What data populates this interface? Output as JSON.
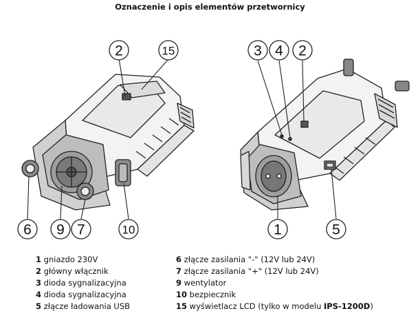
{
  "title": "Oznaczenie i opis elementów przetwornicy",
  "left_view": {
    "callouts": [
      {
        "id": "l-2",
        "label": "2"
      },
      {
        "id": "l-15",
        "label": "15"
      },
      {
        "id": "l-6",
        "label": "6"
      },
      {
        "id": "l-9",
        "label": "9"
      },
      {
        "id": "l-7",
        "label": "7"
      },
      {
        "id": "l-10",
        "label": "10"
      }
    ]
  },
  "right_view": {
    "callouts": [
      {
        "id": "r-3",
        "label": "3"
      },
      {
        "id": "r-4",
        "label": "4"
      },
      {
        "id": "r-2",
        "label": "2"
      },
      {
        "id": "r-1",
        "label": "1"
      },
      {
        "id": "r-5",
        "label": "5"
      }
    ]
  },
  "legend": {
    "left": [
      {
        "num": "1",
        "text": "gniazdo 230V"
      },
      {
        "num": "2",
        "text": "główny włącznik"
      },
      {
        "num": "3",
        "text": "dioda sygnalizacyjna"
      },
      {
        "num": "4",
        "text": "dioda sygnalizacyjna"
      },
      {
        "num": "5",
        "text": "złącze ładowania USB"
      }
    ],
    "right": [
      {
        "num": "6",
        "text": "złącze zasilania \"-\" (12V lub 24V)"
      },
      {
        "num": "7",
        "text": "złącze zasilania \"+\" (12V lub 24V)"
      },
      {
        "num": "9",
        "text": "wentylator"
      },
      {
        "num": "10",
        "text": "bezpiecznik"
      },
      {
        "num": "15",
        "text": "wyświetlacz LCD (tylko w modelu ",
        "model": "IPS-1200D",
        "suffix": ")"
      }
    ]
  }
}
